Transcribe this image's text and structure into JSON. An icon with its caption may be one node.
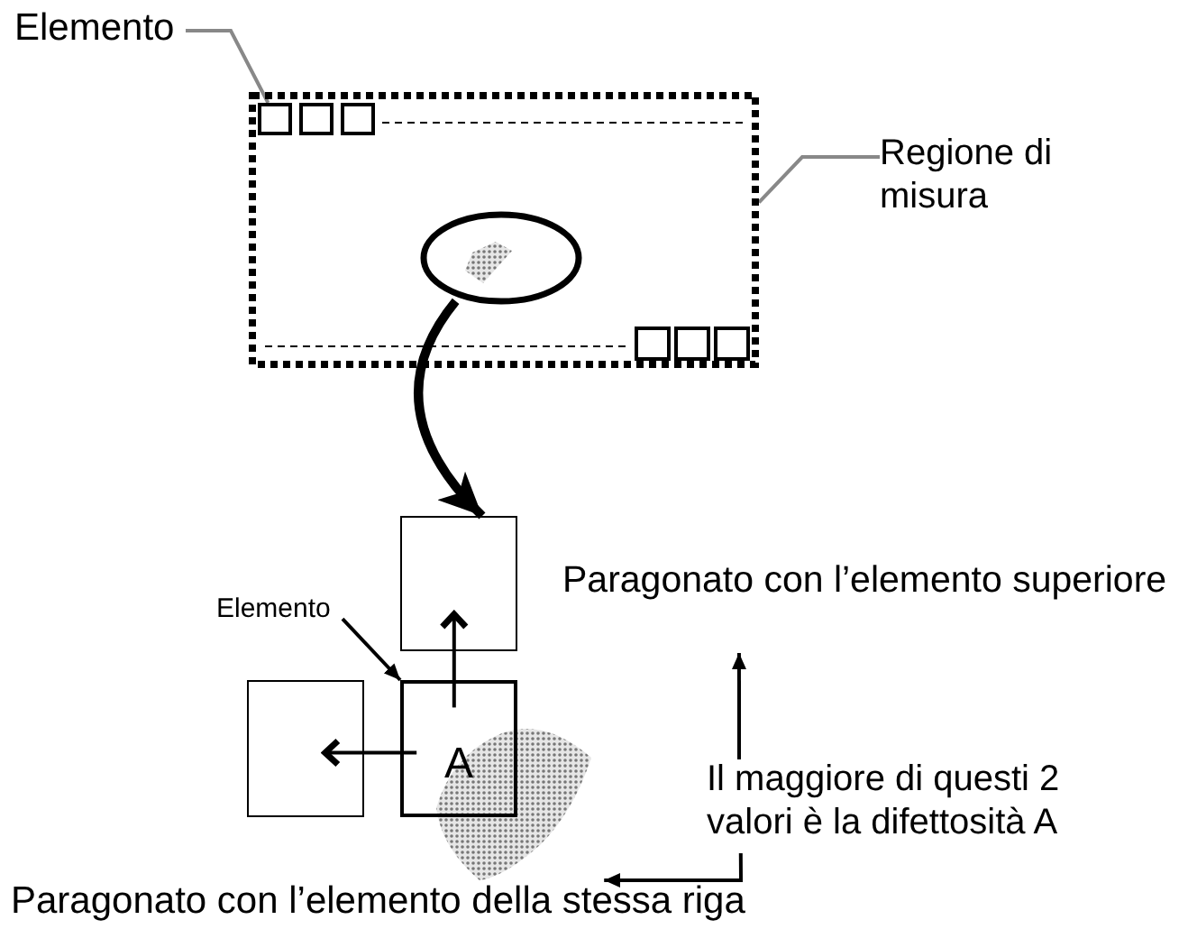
{
  "diagram": {
    "nodes": [
      {
        "text": [
          "Elemento"
        ]
      },
      {
        "text": [],
        "shape": "box"
      },
      {
        "text": [
          "Regione di misura"
        ]
      },
      {
        "text": [],
        "shape": "box",
        "in": 1
      },
      {
        "text": [],
        "shape": "box",
        "in": 1
      },
      {
        "text": [],
        "shape": "box",
        "in": 1
      },
      {
        "text": [],
        "shape": "box",
        "in": 1
      },
      {
        "text": [],
        "shape": "box",
        "in": 1
      },
      {
        "text": [],
        "shape": "box",
        "in": 1
      },
      {
        "text": [],
        "shape": "circle",
        "in": 1
      },
      {
        "text": [],
        "shape": "box"
      },
      {
        "text": [
          "Elemento"
        ]
      },
      {
        "text": [],
        "shape": "box"
      },
      {
        "text": [
          "A"
        ]
      },
      {
        "text": [
          "Paragonato con l’elemento superiore"
        ]
      },
      {
        "text": [
          "Il maggiore di questi 2 valori è la difettosità A"
        ]
      },
      {
        "text": [
          "Paragonato con l’elemento della stessa riga"
        ]
      }
    ],
    "edges": [
      {
        "from": 0,
        "to": 3,
        "arrow": "none",
        "color": "#888888"
      },
      {
        "from": 2,
        "to": 1,
        "arrow": "none",
        "color": "#888888"
      },
      {
        "from": 9,
        "to": 10,
        "arrow": "to",
        "style": "thick"
      },
      {
        "from": 11,
        "to": 13,
        "arrow": "to"
      },
      {
        "from": 13,
        "to": 10,
        "arrow": "to"
      },
      {
        "from": 13,
        "to": 12,
        "arrow": "to"
      },
      {
        "from": 15,
        "to": 14,
        "arrow": "to"
      },
      {
        "from": 15,
        "to": 16,
        "arrow": "to"
      }
    ]
  }
}
